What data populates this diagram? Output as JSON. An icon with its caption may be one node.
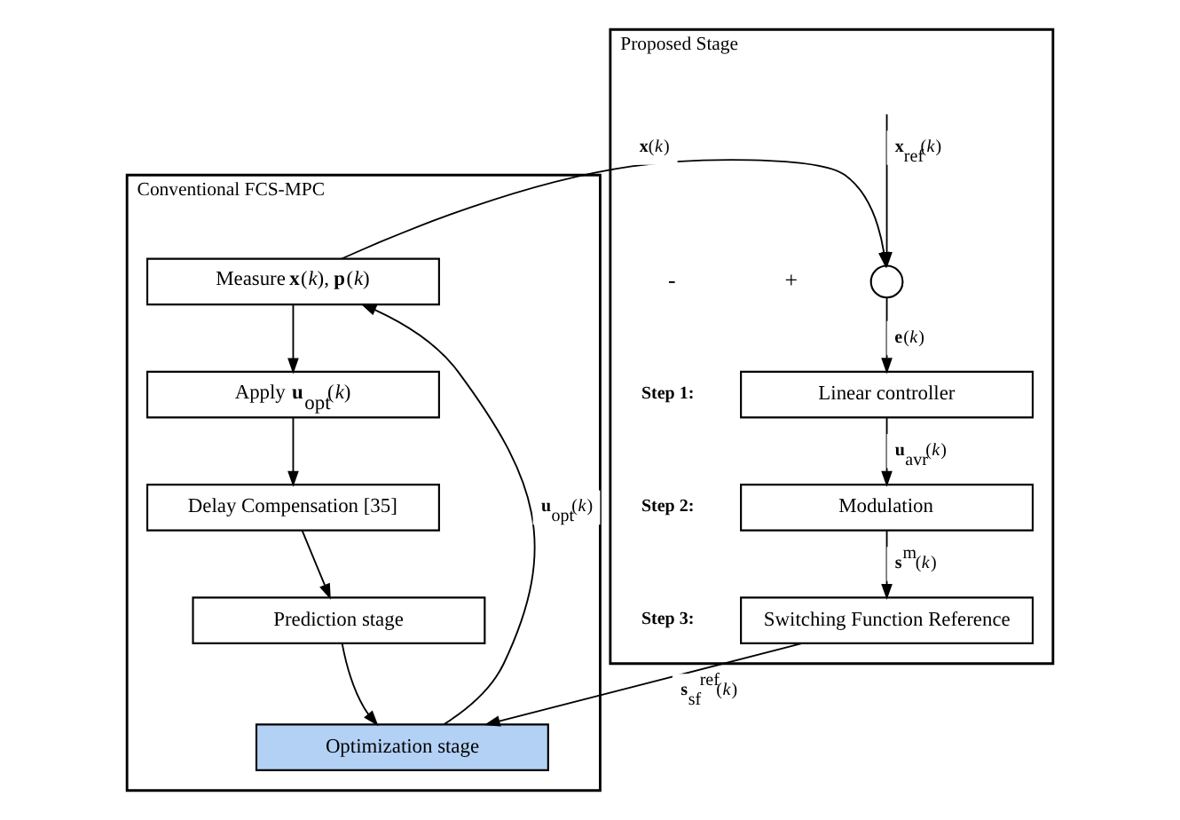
{
  "diagram": {
    "nodes": [
      {
        "text": [
          "Conventional FCS-MPC"
        ]
      },
      {
        "text": [
          "Measure **x**(*k*), **p**(*k*)"
        ],
        "in": 0
      },
      {
        "text": [
          "Apply **u**$_{opt}$(*k*)"
        ],
        "in": 0
      },
      {
        "text": [
          "Delay Compensation [35]"
        ],
        "in": 0
      },
      {
        "text": [
          "Prediction stage"
        ],
        "in": 0
      },
      {
        "text": [
          "Optimization stage"
        ],
        "in": 0
      },
      {
        "text": [
          "Proposed Stage"
        ]
      },
      {
        "text": [],
        "shape": "circle",
        "in": 6
      },
      {
        "text": [
          "Linear controller"
        ],
        "in": 6,
        "beside": [
          "Step 1:"
        ]
      },
      {
        "text": [
          "Modulation"
        ],
        "in": 6,
        "beside": [
          "Step 2:"
        ]
      },
      {
        "text": [
          "Switching Function Reference"
        ],
        "in": 6,
        "beside": [
          "Step 3:"
        ]
      }
    ],
    "edges": [
      {
        "from": 5,
        "to": 1,
        "arrow": "to",
        "label": "**u**$_{opt}$(*k*)"
      },
      {
        "from": 1,
        "to": 2,
        "arrow": "to"
      },
      {
        "from": 2,
        "to": 3,
        "arrow": "to"
      },
      {
        "from": 3,
        "to": 4,
        "arrow": "to"
      },
      {
        "from": 4,
        "to": 5,
        "arrow": "to"
      },
      {
        "from": 1,
        "to": 7,
        "arrow": "to",
        "label": "**x**(*k*)"
      },
      {
        "from": null,
        "to": 7,
        "arrow": "to",
        "label": "**x**$_{ref}$(*k*)"
      },
      {
        "from": 7,
        "to": 8,
        "arrow": "to",
        "label": "**e**(*k*)"
      },
      {
        "from": 8,
        "to": 9,
        "arrow": "to",
        "label": "**u**$_{avr}$(*k*)"
      },
      {
        "from": 9,
        "to": 10,
        "arrow": "to",
        "label": "**s**$^{m}$(*k*)"
      },
      {
        "from": 10,
        "to": 5,
        "arrow": "to",
        "label": "**s**$_{sf}$$^{ref}$(*k*)"
      }
    ],
    "labels": [
      "+",
      "-"
    ]
  }
}
